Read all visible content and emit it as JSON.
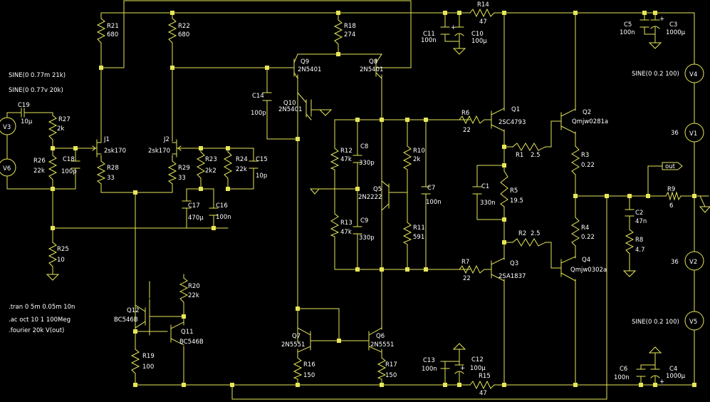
{
  "components": {
    "R21": {
      "name": "R21",
      "value": "680"
    },
    "R22": {
      "name": "R22",
      "value": "680"
    },
    "R18": {
      "name": "R18",
      "value": "274"
    },
    "R14": {
      "name": "R14",
      "value": "47"
    },
    "R15": {
      "name": "R15",
      "value": "47"
    },
    "R27": {
      "name": "R27",
      "value": "2k"
    },
    "R26": {
      "name": "R26",
      "value": "22k"
    },
    "R28": {
      "name": "R28",
      "value": "33"
    },
    "R29": {
      "name": "R29",
      "value": "33"
    },
    "R23": {
      "name": "R23",
      "value": "2k2"
    },
    "R24": {
      "name": "R24",
      "value": "22k"
    },
    "R25": {
      "name": "R25",
      "value": "10"
    },
    "R20": {
      "name": "R20",
      "value": "22k"
    },
    "R19": {
      "name": "R19",
      "value": "100"
    },
    "R16": {
      "name": "R16",
      "value": "150"
    },
    "R17": {
      "name": "R17",
      "value": "150"
    },
    "R12": {
      "name": "R12",
      "value": "47k"
    },
    "R13": {
      "name": "R13",
      "value": "47k"
    },
    "R10": {
      "name": "R10",
      "value": "2k"
    },
    "R11": {
      "name": "R11",
      "value": "591"
    },
    "R6": {
      "name": "R6",
      "value": "22"
    },
    "R7": {
      "name": "R7",
      "value": "22"
    },
    "R1": {
      "name": "R1",
      "value": "2.5"
    },
    "R2": {
      "name": "R2",
      "value": "2.5"
    },
    "R5": {
      "name": "R5",
      "value": "19.5"
    },
    "R3": {
      "name": "R3",
      "value": "0.22"
    },
    "R4": {
      "name": "R4",
      "value": "0.22"
    },
    "R9": {
      "name": "R9",
      "value": "6"
    },
    "R8": {
      "name": "R8",
      "value": "4.7"
    },
    "C19": {
      "name": "C19",
      "value": "10µ"
    },
    "C18": {
      "name": "C18",
      "value": "100p"
    },
    "C14": {
      "name": "C14",
      "value": "100p"
    },
    "C15": {
      "name": "C15",
      "value": "10p"
    },
    "C16": {
      "name": "C16",
      "value": "100n"
    },
    "C17": {
      "name": "C17",
      "value": "470µ"
    },
    "C11": {
      "name": "C11",
      "value": "100n"
    },
    "C10": {
      "name": "C10",
      "value": "100µ"
    },
    "C5": {
      "name": "C5",
      "value": "100n"
    },
    "C3": {
      "name": "C3",
      "value": "1000µ"
    },
    "C8": {
      "name": "C8",
      "value": "330p"
    },
    "C9": {
      "name": "C9",
      "value": "330p"
    },
    "C7": {
      "name": "C7",
      "value": "100n"
    },
    "C1": {
      "name": "C1",
      "value": "330n"
    },
    "C2": {
      "name": "C2",
      "value": "47n"
    },
    "C13": {
      "name": "C13",
      "value": "100n"
    },
    "C12": {
      "name": "C12",
      "value": "100µ"
    },
    "C6": {
      "name": "C6",
      "value": "100n"
    },
    "C4": {
      "name": "C4",
      "value": "1000µ"
    },
    "J1": {
      "name": "J1",
      "value": "2sk170"
    },
    "J2": {
      "name": "J2",
      "value": "2sk170"
    },
    "Q9": {
      "name": "Q9",
      "value": "2N5401"
    },
    "Q8": {
      "name": "Q8",
      "value": "2N5401"
    },
    "Q10": {
      "name": "Q10",
      "value": "2N5401"
    },
    "Q5": {
      "name": "Q5",
      "value": "2N2222"
    },
    "Q7": {
      "name": "Q7",
      "value": "2N5551"
    },
    "Q6": {
      "name": "Q6",
      "value": "2N5551"
    },
    "Q12": {
      "name": "Q12",
      "value": "BC546B"
    },
    "Q11": {
      "name": "Q11",
      "value": "BC546B"
    },
    "Q1": {
      "name": "Q1",
      "value": "2SC4793"
    },
    "Q3": {
      "name": "Q3",
      "value": "2SA1837"
    },
    "Q2": {
      "name": "Q2",
      "value": "Qmjw0281a"
    },
    "Q4": {
      "name": "Q4",
      "value": "Qmjw0302a"
    },
    "V3": {
      "name": "V3"
    },
    "V6": {
      "name": "V6"
    },
    "V4": {
      "name": "V4",
      "value": "SINE(0 0.2 100)"
    },
    "V1": {
      "name": "V1",
      "value": "36"
    },
    "V2": {
      "name": "V2",
      "value": "36"
    },
    "V5": {
      "name": "V5",
      "value": "SINE(0 0.2 100)"
    }
  },
  "source_labels": {
    "v3_sine": "SINE(0 0.77m 21k)",
    "v6_sine": "SINE(0 0.77v 20k)"
  },
  "net_labels": {
    "out": "out"
  },
  "directives": {
    "tran": ".tran 0 5m 0.05m 10n",
    "ac": ".ac oct 10 1 100Meg",
    "fourier": ".fourier 20k V(out)"
  },
  "colors": {
    "background": "#000000",
    "wire": "#e6e65a",
    "text": "#ffffff"
  }
}
